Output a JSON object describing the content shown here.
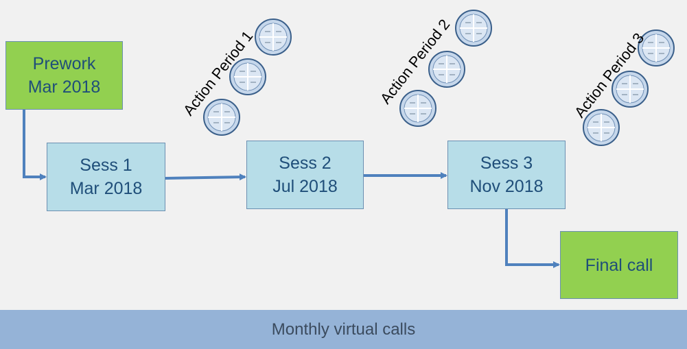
{
  "boxes": {
    "prework": {
      "line1": "Prework",
      "line2": "Mar 2018"
    },
    "sess1": {
      "line1": "Sess 1",
      "line2": "Mar 2018"
    },
    "sess2": {
      "line1": "Sess 2",
      "line2": "Jul 2018"
    },
    "sess3": {
      "line1": "Sess 3",
      "line2": "Nov 2018"
    },
    "final": {
      "line1": "Final call"
    }
  },
  "action_periods": [
    "Action Period 1",
    "Action Period 2",
    "Action Period 3"
  ],
  "banner": "Monthly virtual calls",
  "colors": {
    "green": "#92d050",
    "blue": "#b7dde8",
    "arrow": "#4f81bd",
    "banner": "#95b3d7"
  },
  "icon": "pdsa-cycle-icon"
}
